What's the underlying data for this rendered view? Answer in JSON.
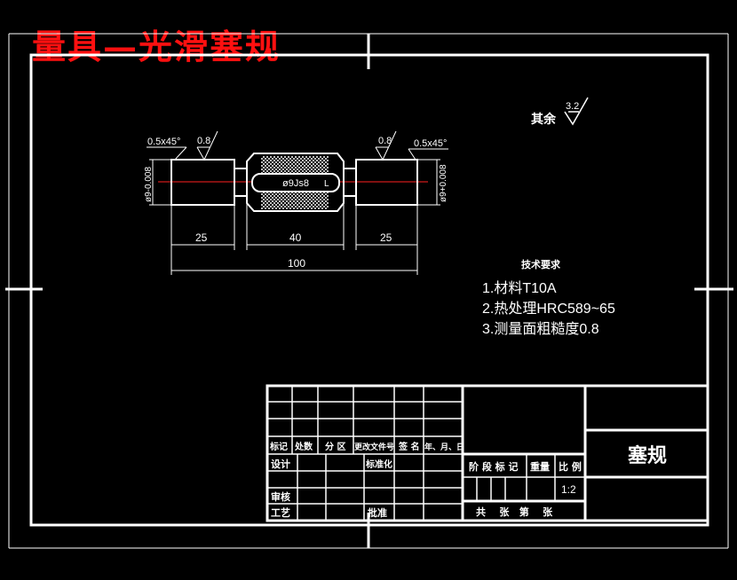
{
  "header": {
    "title": "量具—光滑塞规"
  },
  "surface": {
    "rest_label": "其余",
    "rest_value": "3.2"
  },
  "part": {
    "chamfer_left": "0.5x45°",
    "chamfer_right": "0.5x45°",
    "rough_left": "0.8",
    "rough_right": "0.8",
    "dia_left": "ø9-0.008",
    "dia_right": "ø9+0.008",
    "dia_center": "ø9Js8",
    "center_mark": "L",
    "dim_left": "25",
    "dim_center": "40",
    "dim_right": "25",
    "dim_total": "100"
  },
  "tech": {
    "heading": "技术要求",
    "items": [
      "1.材料T10A",
      "2.热处理HRC589~65",
      "3.测量面粗糙度0.8"
    ]
  },
  "title_block": {
    "row_labels": [
      "标记",
      "处数",
      "分 区",
      "更改文件号",
      "签 名",
      "年、月、日"
    ],
    "design": "设计",
    "standard": "标准化",
    "stage": "阶 段 标 记",
    "weight": "重量",
    "scale_label": "比 例",
    "scale": "1:2",
    "review": "审核",
    "process": "工艺",
    "approve": "批准",
    "sheets": "共    张   第    张",
    "drawing_name": "塞规"
  }
}
